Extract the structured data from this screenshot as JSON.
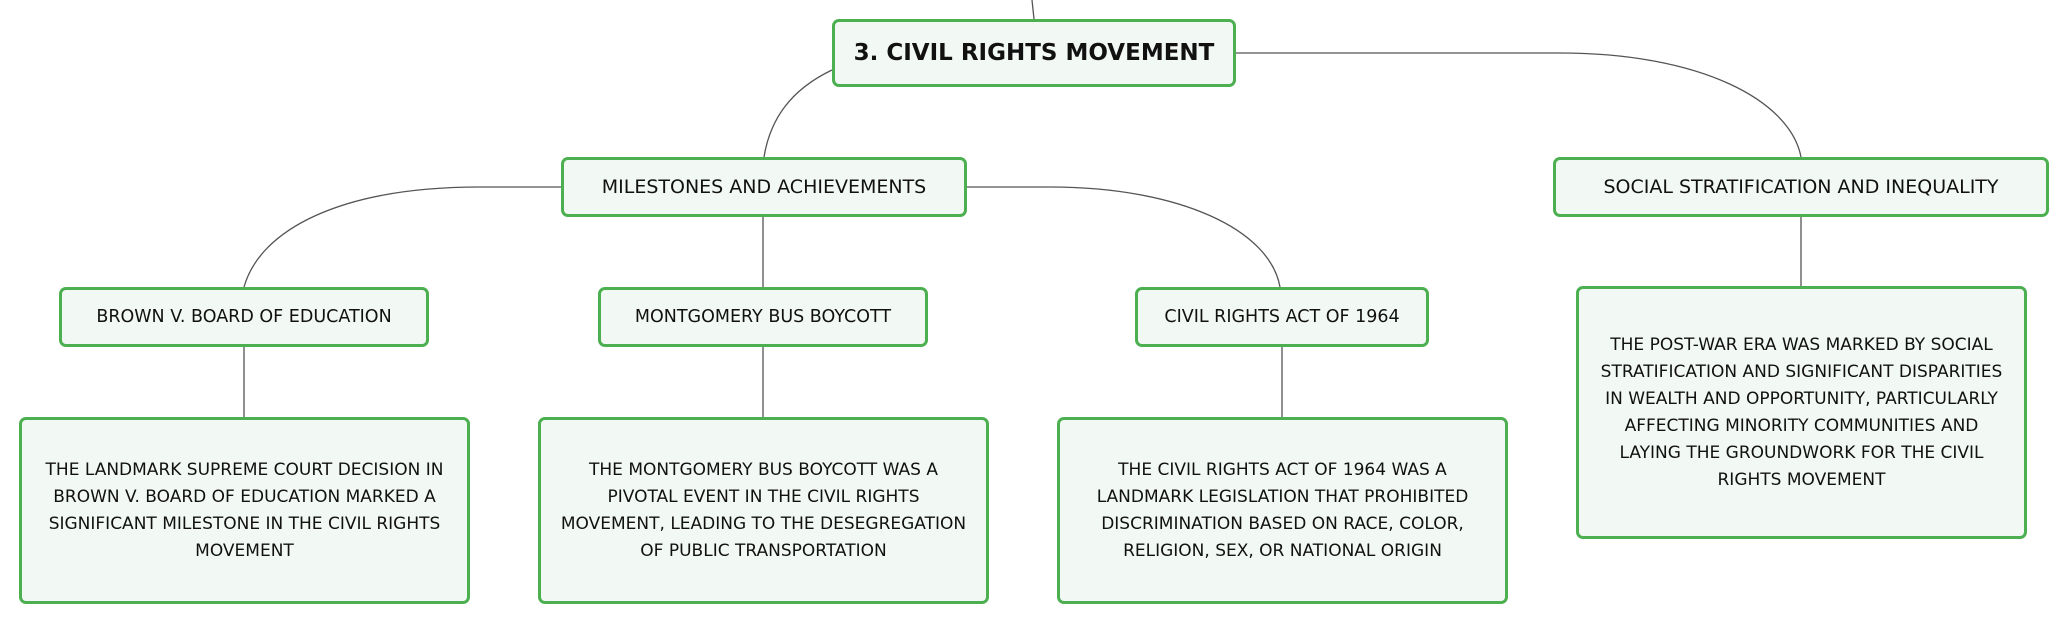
{
  "root": {
    "label": "3. CIVIL RIGHTS MOVEMENT"
  },
  "branches": {
    "milestones": {
      "label": "MILESTONES AND ACHIEVEMENTS",
      "children": {
        "brown": {
          "label": "BROWN V. BOARD OF EDUCATION",
          "description": "THE LANDMARK SUPREME COURT DECISION IN BROWN V. BOARD OF EDUCATION MARKED A SIGNIFICANT MILESTONE IN THE CIVIL RIGHTS MOVEMENT"
        },
        "montgomery": {
          "label": "MONTGOMERY BUS BOYCOTT",
          "description": "THE MONTGOMERY BUS BOYCOTT WAS A PIVOTAL EVENT IN THE CIVIL RIGHTS MOVEMENT, LEADING TO THE DESEGREGATION OF PUBLIC TRANSPORTATION"
        },
        "civil_rights_act": {
          "label": "CIVIL RIGHTS ACT OF 1964",
          "description": "THE CIVIL RIGHTS ACT OF 1964 WAS A LANDMARK LEGISLATION THAT PROHIBITED DISCRIMINATION BASED ON RACE, COLOR, RELIGION, SEX, OR NATIONAL ORIGIN"
        }
      }
    },
    "social": {
      "label": "SOCIAL STRATIFICATION AND INEQUALITY",
      "description": "THE POST-WAR ERA WAS MARKED BY SOCIAL STRATIFICATION AND SIGNIFICANT DISPARITIES IN WEALTH AND OPPORTUNITY, PARTICULARLY AFFECTING MINORITY COMMUNITIES AND LAYING THE GROUNDWORK FOR THE CIVIL RIGHTS MOVEMENT"
    }
  },
  "colors": {
    "node_border": "#4caf50",
    "node_fill": "#f2f8f3",
    "connector": "#555555",
    "text": "#111111"
  }
}
